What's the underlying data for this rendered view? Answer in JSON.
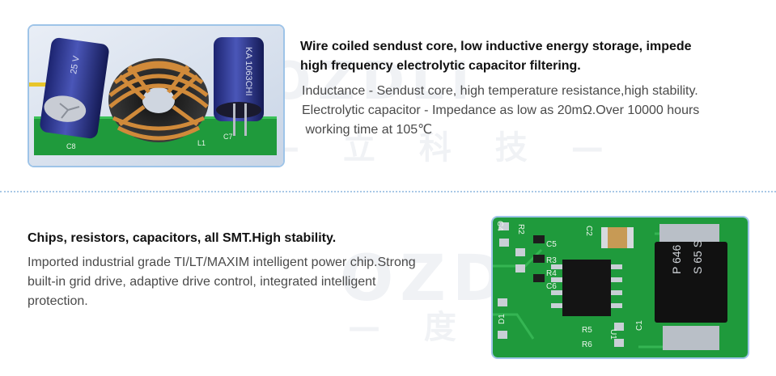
{
  "watermark": {
    "top": {
      "brand": "OZDLI",
      "text": "— 立 科 技 —"
    },
    "bottom": {
      "brand": "OZDL",
      "text": "— 度 立"
    }
  },
  "section1": {
    "heading_lines": [
      "Wire coiled sendust core, low inductive energy storage, impede",
      "high frequency electrolytic capacitor filtering."
    ],
    "body_lines": [
      "Inductance - Sendust core, high temperature resistance,high stability.",
      "Electrolytic capacitor - Impedance as low as 20mΩ.Over 10000 hours",
      " working time at 105℃"
    ],
    "photo": {
      "cap_left_text": "25 V",
      "cap_right_text": "KA 1063CHI",
      "labels": [
        "C8",
        "L1",
        "C7"
      ]
    }
  },
  "section2": {
    "heading": "Chips, resistors, capacitors, all SMT.High stability.",
    "body_lines": [
      "Imported industrial grade TI/LT/MAXIM intelligent power chip.Strong",
      "built-in grid drive, adaptive drive control, integrated intelligent",
      "protection."
    ],
    "photo": {
      "labels": [
        "C4",
        "R2",
        "C5",
        "R3",
        "R4",
        "C6",
        "C2",
        "R5",
        "R6",
        "U1",
        "D1",
        "C1",
        "P 646",
        "S 65 S"
      ]
    }
  },
  "colors": {
    "border": "#9ec4e8",
    "pcb_green": "#1f9a3c",
    "divider": "#a9c8e6"
  }
}
